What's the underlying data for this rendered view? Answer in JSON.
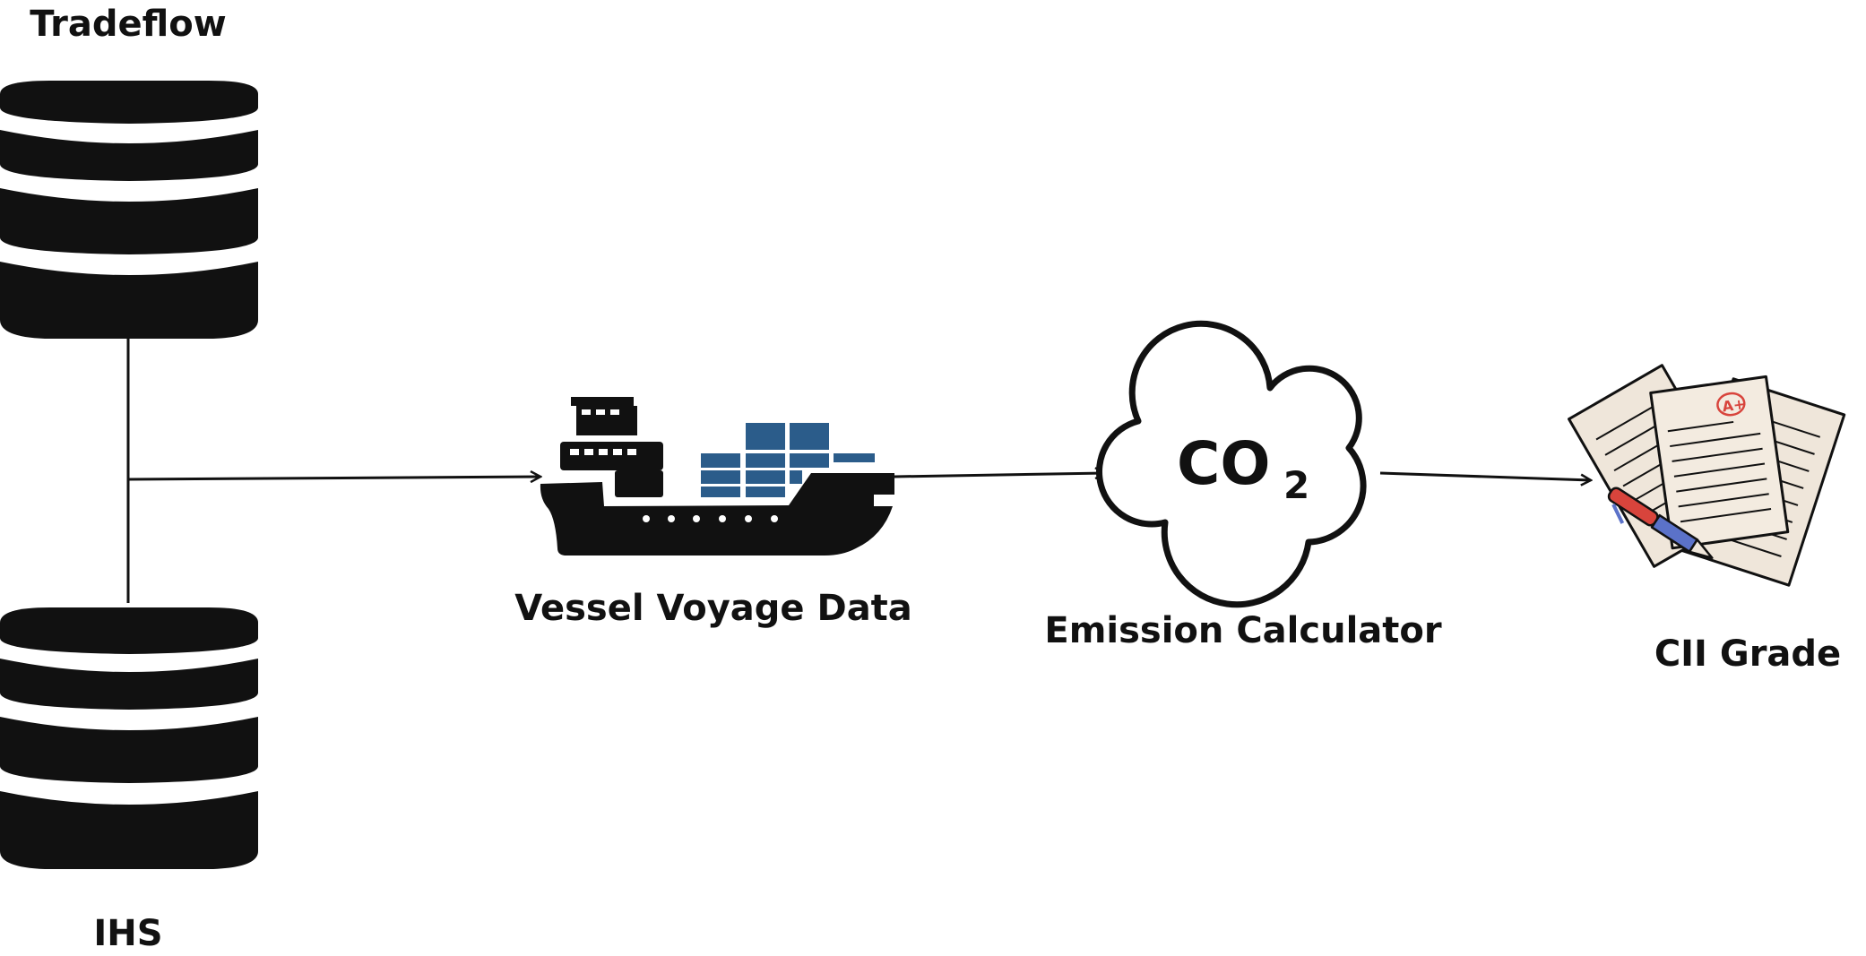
{
  "nodes": {
    "tradeflow": {
      "label": "Tradeflow",
      "icon": "database-icon"
    },
    "ihs": {
      "label": "IHS",
      "icon": "database-icon"
    },
    "vessel": {
      "label": "Vessel Voyage Data",
      "icon": "container-ship-icon"
    },
    "emission": {
      "label": "Emission Calculator",
      "icon": "co2-cloud-icon",
      "badge_main": "CO",
      "badge_sub": "2"
    },
    "cii": {
      "label": "CII Grade",
      "icon": "graded-papers-icon",
      "grade_mark": "A+"
    }
  },
  "edges": [
    {
      "from": "tradeflow",
      "to": "ihs",
      "style": "line"
    },
    {
      "from": "databases",
      "to": "vessel",
      "style": "arrow"
    },
    {
      "from": "vessel",
      "to": "emission",
      "style": "arrow"
    },
    {
      "from": "emission",
      "to": "cii",
      "style": "arrow"
    }
  ],
  "colors": {
    "ink": "#111111",
    "container_blue": "#2b5c8a",
    "paper": "#efe6da",
    "pen_red": "#d8443c",
    "pen_blue": "#5b72c9"
  }
}
